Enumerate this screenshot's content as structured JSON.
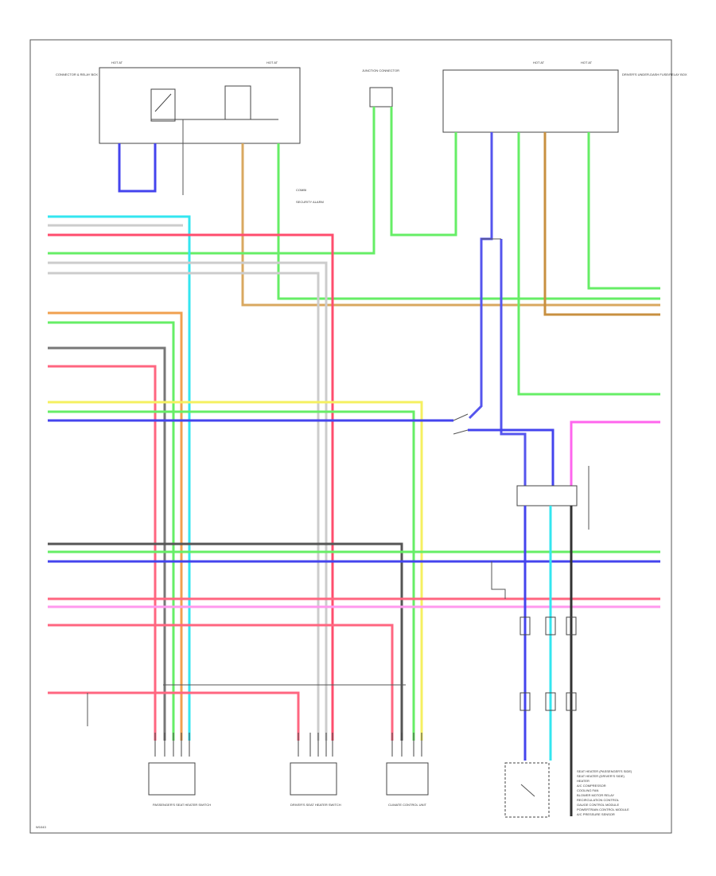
{
  "diagram": {
    "footer_code": "W1043",
    "top_units": {
      "left_unit_header_a": "HOT AT",
      "left_unit_header_b": "HOT AT",
      "left_unit_name": "CONNECTOR & RELAY BOX",
      "center_junction_name": "JUNCTION CONNECTOR",
      "right_unit_header_a": "HOT AT",
      "right_unit_header_b": "HOT AT",
      "right_unit_name": "DRIVER'S UNDER-DASH FUSE/RELAY BOX",
      "legend_a": "COMBI",
      "legend_b": "SECURITY ALARM"
    },
    "bottom_units": {
      "left_unit": "PASSENGER'S SEAT HEATER SWITCH",
      "center_unit": "DRIVER'S SEAT HEATER SWITCH",
      "right_unit": "CLIMATE CONTROL UNIT"
    },
    "right_side_notes": [
      "SEAT HEATER (PASSENGER'S SIDE)",
      "SEAT HEATER (DRIVER'S SIDE)",
      "HEATER",
      "A/C COMPRESSOR",
      "COOLING FAN",
      "BLOWER MOTOR RELAY",
      "RECIRCULATION CONTROL",
      "GAUGE CONTROL MODULE",
      "POWERTRAIN CONTROL MODULE",
      "A/C PRESSURE SENSOR"
    ],
    "wire_colors": {
      "cyan": "#33e6f0",
      "red": "#ff4d6d",
      "green": "#66ee66",
      "blue": "#4444ee",
      "orange": "#f0a050",
      "yellow": "#f5f060",
      "pink": "#ff66ee",
      "gray": "#999999",
      "tan": "#c89040",
      "black": "#333333"
    }
  }
}
